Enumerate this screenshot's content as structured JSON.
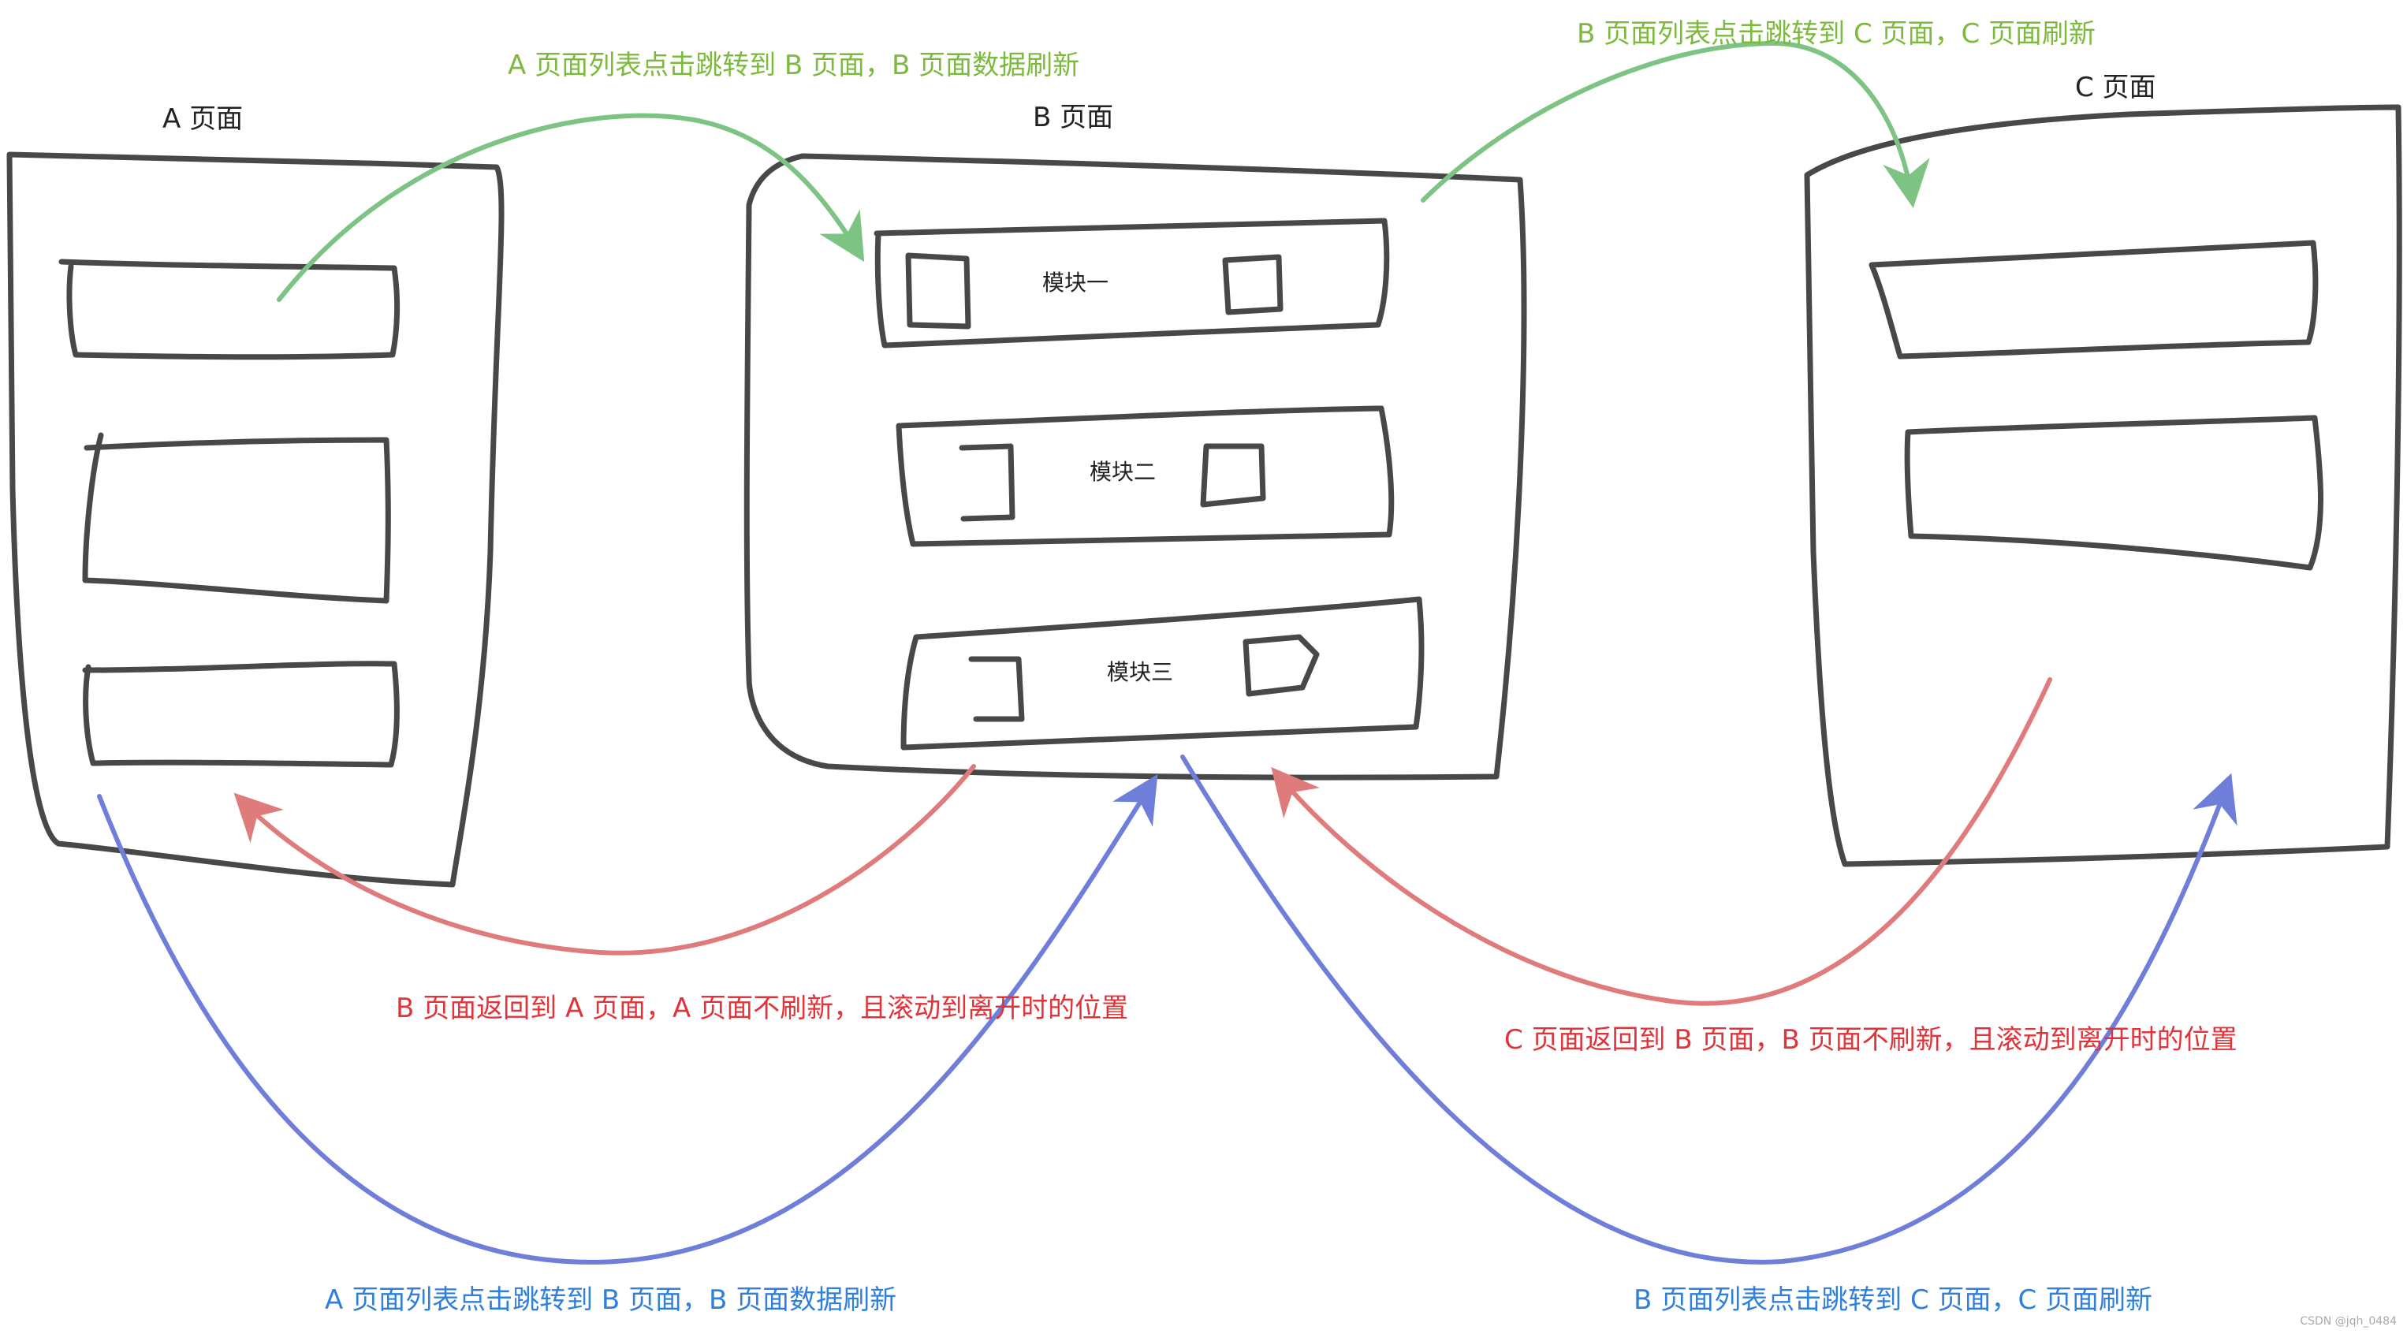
{
  "diagram": {
    "pages": {
      "a": {
        "title": "A 页面"
      },
      "b": {
        "title": "B 页面",
        "modules": [
          "模块一",
          "模块二",
          "模块三"
        ]
      },
      "c": {
        "title": "C 页面"
      }
    },
    "annotations": {
      "a_to_b_top": "A  页面列表点击跳转到 B 页面，B 页面数据刷新",
      "b_to_c_top": "B  页面列表点击跳转到 C 页面，C 页面刷新",
      "b_back_a": "B 页面返回到 A 页面，A 页面不刷新，且滚动到离开时的位置",
      "c_back_b": "C  页面返回到 B 页面，B 页面不刷新，且滚动到离开时的位置",
      "a_to_b_bottom": "A  页面列表点击跳转到 B 页面，B 页面数据刷新",
      "b_to_c_bottom": "B  页面列表点击跳转到 C 页面，C 页面刷新"
    },
    "watermark": "CSDN @jqh_0484",
    "colors": {
      "sketch": "#484848",
      "green_arrow": "#7dc383",
      "green_text": "#7bba3d",
      "red_arrow": "#e07b7b",
      "red_text": "#e0343a",
      "blue_arrow": "#6f7fd9",
      "blue_text": "#2f7fdb"
    }
  }
}
